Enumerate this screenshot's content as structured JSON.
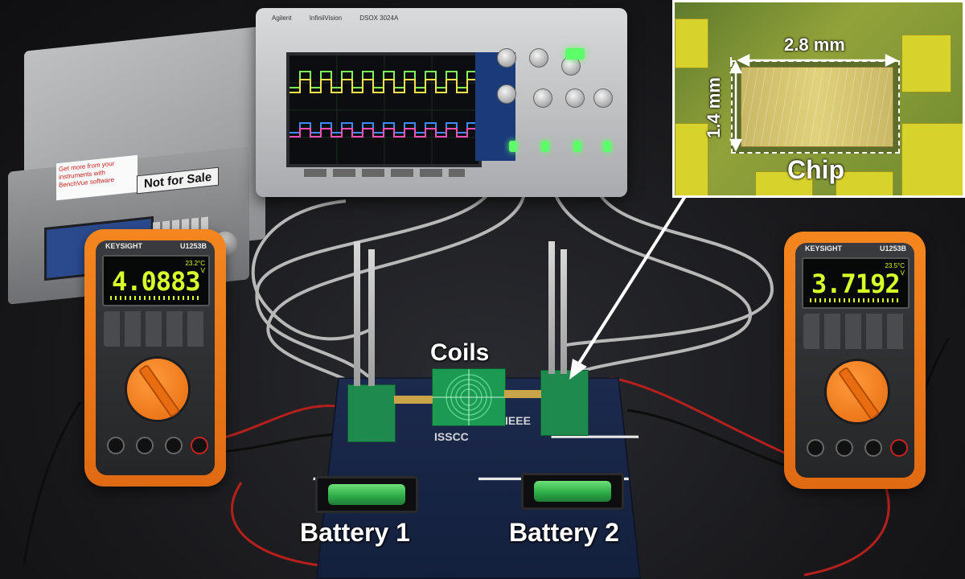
{
  "labels": {
    "coils": "Coils",
    "battery_1": "Battery 1",
    "battery_2": "Battery 2",
    "chip": "Chip",
    "chip_width": "2.8 mm",
    "chip_height": "1.4 mm"
  },
  "function_generator": {
    "sticker": "Not for Sale",
    "ad_text": "Get more from your instruments with BenchVue software"
  },
  "oscilloscope": {
    "brand": "Agilent",
    "series": "InfiniiVision",
    "model": "DSOX 3024A"
  },
  "multimeter_left": {
    "brand": "KEYSIGHT",
    "model": "U1253B",
    "reading": "4.0883",
    "unit": "V",
    "temperature": "23.2°C"
  },
  "multimeter_right": {
    "brand": "KEYSIGHT",
    "model": "U1253B",
    "reading": "3.7192",
    "unit": "V",
    "temperature": "23.5°C"
  },
  "board_logos": {
    "left": "ISSCC",
    "right": "IEEE"
  },
  "colors": {
    "annotation": "#ffffff",
    "multimeter_case": "#f07a18",
    "lcd_digits": "#d7ff2a",
    "board": "#1a2748",
    "pcb": "#1f8a4d",
    "battery": "#3cc257",
    "trace_green": "#7dff5a",
    "trace_yellow": "#ffe34d",
    "trace_blue": "#3c8cff",
    "trace_pink": "#ff4fb2"
  }
}
